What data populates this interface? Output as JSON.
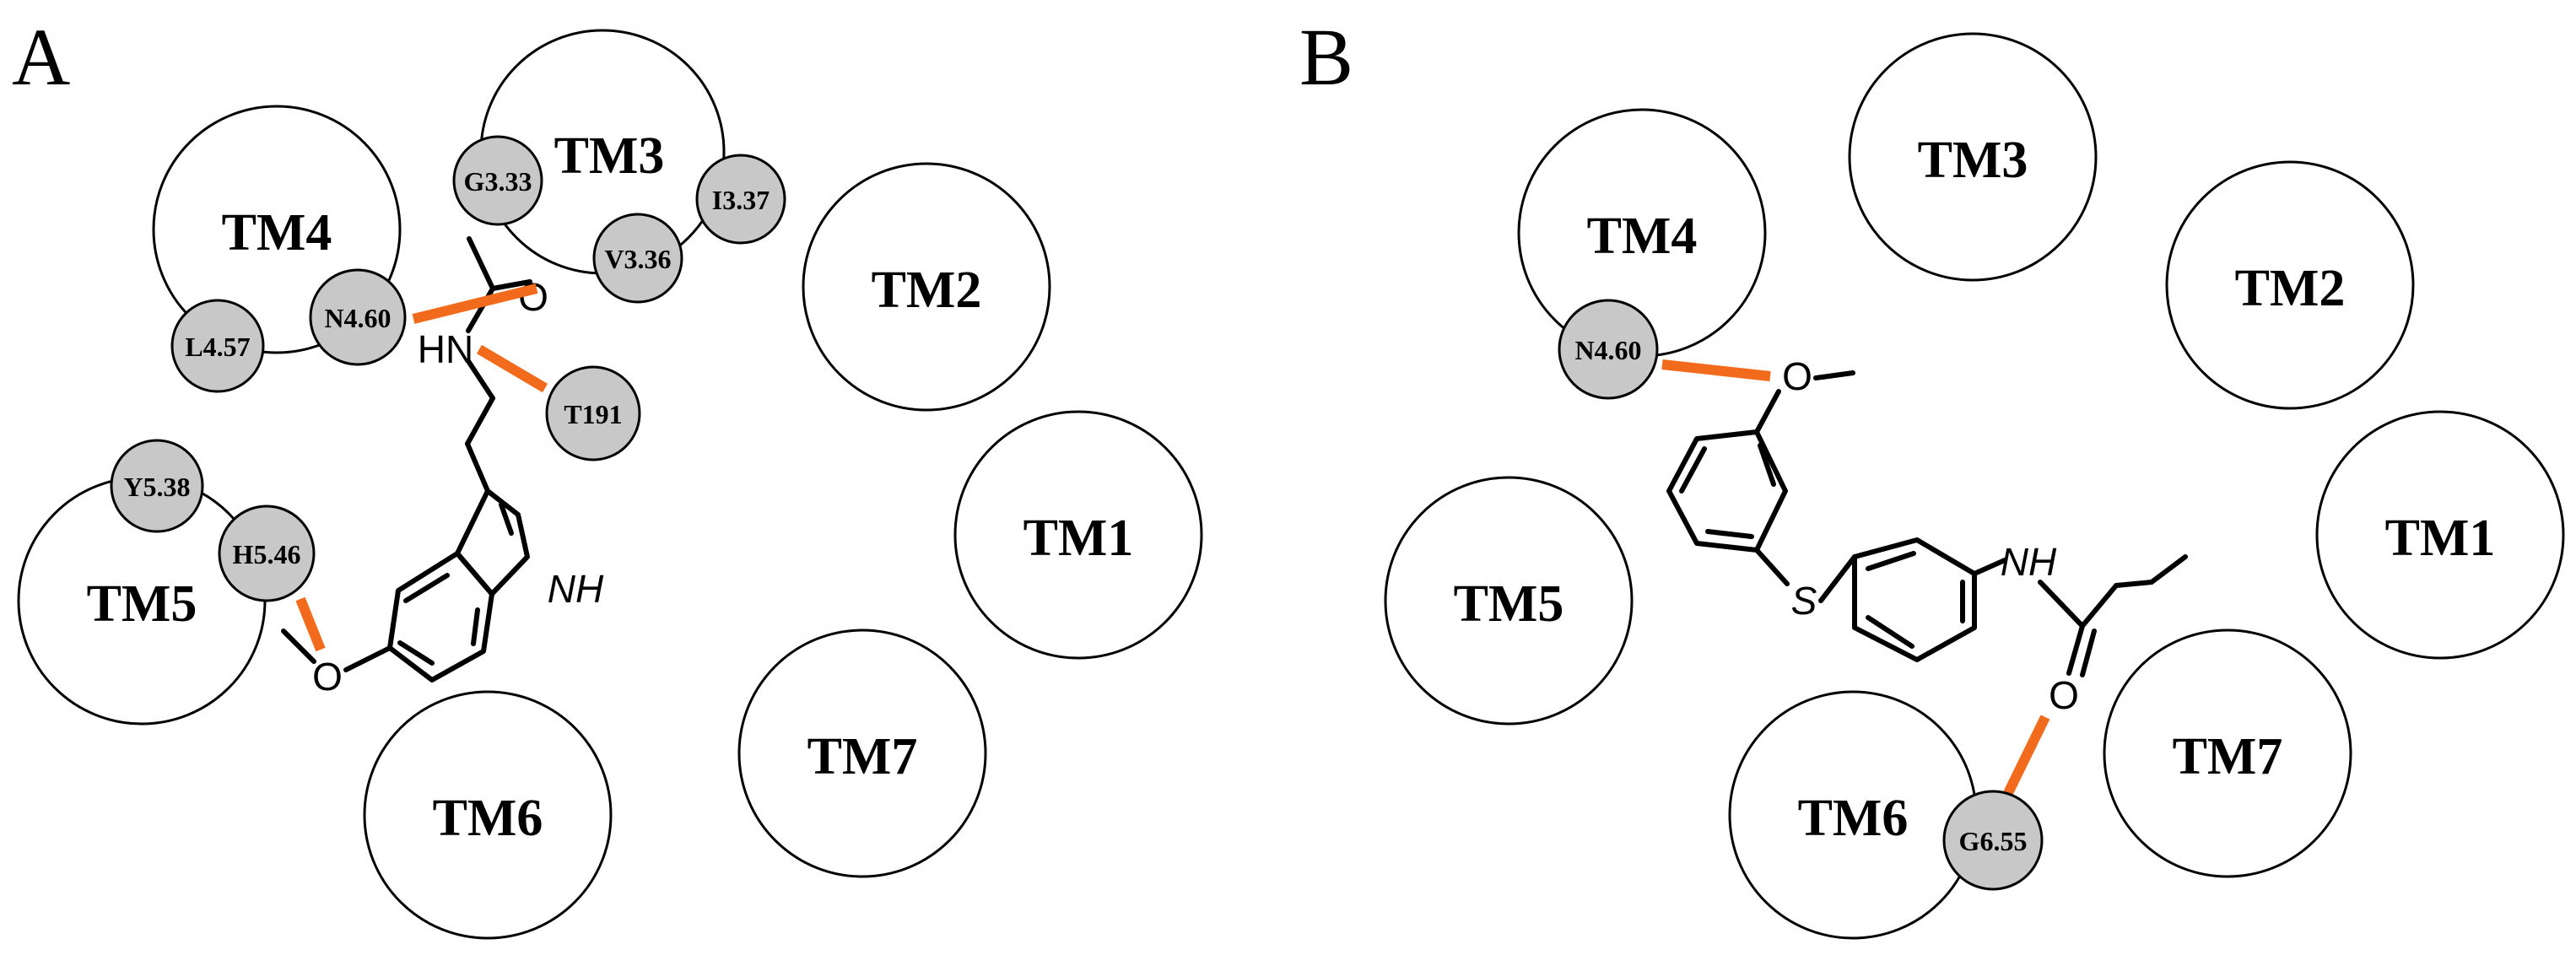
{
  "panels": {
    "a": {
      "letter": "A",
      "helices": {
        "tm1": "TM1",
        "tm2": "TM2",
        "tm3": "TM3",
        "tm4": "TM4",
        "tm5": "TM5",
        "tm6": "TM6",
        "tm7": "TM7"
      },
      "residues": {
        "g333": "G3.33",
        "i337": "I3.37",
        "v336": "V3.36",
        "n460": "N4.60",
        "l457": "L4.57",
        "t191": "T191",
        "y538": "Y5.38",
        "h546": "H5.46"
      },
      "atoms": {
        "carbonyl_o": "O",
        "amide_n": "HN",
        "indole_n": "NH",
        "ether_o": "O"
      }
    },
    "b": {
      "letter": "B",
      "helices": {
        "tm1": "TM1",
        "tm2": "TM2",
        "tm3": "TM3",
        "tm4": "TM4",
        "tm5": "TM5",
        "tm6": "TM6",
        "tm7": "TM7"
      },
      "residues": {
        "n460": "N4.60",
        "g655": "G6.55"
      },
      "atoms": {
        "ether_o": "O",
        "thioether_s": "S",
        "amide_nh": "NH",
        "carbonyl_o": "O"
      }
    }
  },
  "colors": {
    "hbond": "#f26b1d",
    "residue_fill": "#c8c8c8",
    "helix_fill": "#ffffff",
    "outline": "#000000"
  }
}
